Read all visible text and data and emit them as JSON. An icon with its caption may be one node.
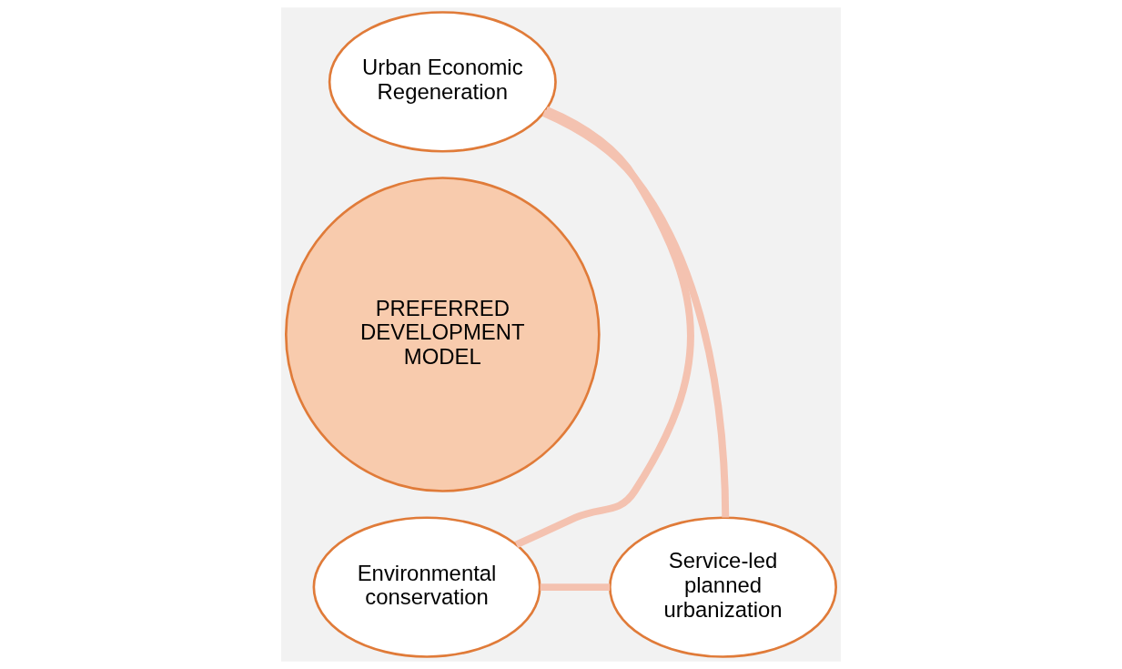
{
  "diagram": {
    "nodes": [
      {
        "text": [
          "Urban Economic Regeneration"
        ]
      },
      {
        "text": [
          "PREFERRED DEVELOPMENT MODEL"
        ]
      },
      {
        "text": [
          "Environmental conservation"
        ]
      },
      {
        "text": [
          "Service-led planned urbanization"
        ]
      }
    ],
    "edges": [
      {
        "from": 0,
        "to": 3,
        "arrow": "none"
      },
      {
        "from": 3,
        "to": 2,
        "arrow": "none"
      },
      {
        "from": 2,
        "to": 0,
        "arrow": "none"
      }
    ]
  }
}
